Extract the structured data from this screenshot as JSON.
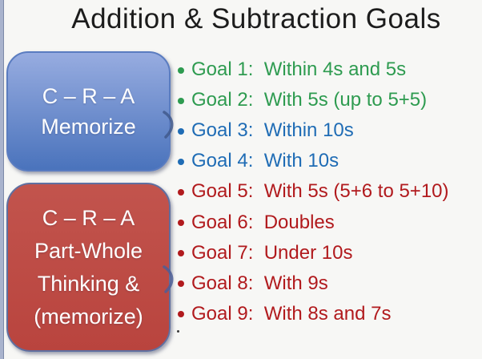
{
  "title": "Addition & Subtraction Goals",
  "boxes": {
    "memorize": {
      "lines": [
        "C – R – A",
        "Memorize"
      ],
      "fill_top": "#97ace0",
      "fill_bottom": "#4a73bc",
      "border": "#5a7cc0"
    },
    "part_whole": {
      "lines": [
        "C – R – A",
        "Part-Whole",
        "Thinking &",
        "(memorize)"
      ],
      "fill_top": "#c2544d",
      "fill_bottom": "#b9443e",
      "border": "#5f6fa0"
    }
  },
  "goals": {
    "items": [
      {
        "text": "Goal 1:  Within 4s and 5s",
        "color": "#2e9b50"
      },
      {
        "text": "Goal 2:  With 5s (up to 5+5)",
        "color": "#2e9b50"
      },
      {
        "text": "Goal 3:  Within 10s",
        "color": "#1f6cb5"
      },
      {
        "text": "Goal 4:  With 10s",
        "color": "#1f6cb5"
      },
      {
        "text": "Goal 5:  With 5s (5+6 to 5+10)",
        "color": "#b11a1d"
      },
      {
        "text": "Goal 6:  Doubles",
        "color": "#b11a1d"
      },
      {
        "text": "Goal 7:  Under 10s",
        "color": "#b11a1d"
      },
      {
        "text": "Goal 8:  With 9s",
        "color": "#b11a1d"
      },
      {
        "text": "Goal 9:  With 8s and 7s",
        "color": "#b11a1d"
      }
    ]
  },
  "colors": {
    "background": "#f7f7f5",
    "title_text": "#1c1c1c",
    "edge_strip": "#a9b3cd",
    "hook_blue": "#41598c",
    "hook_red": "#4d5e96"
  }
}
